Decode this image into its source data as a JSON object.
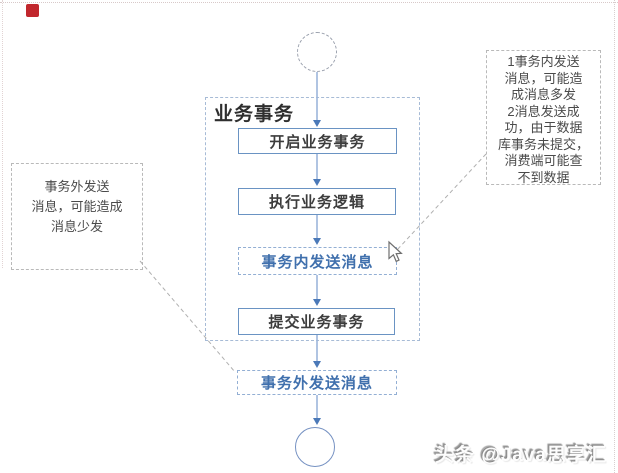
{
  "diagram": {
    "container_title": "业务事务",
    "steps": [
      {
        "label": "开启业务事务",
        "style": "solid"
      },
      {
        "label": "执行业务逻辑",
        "style": "solid"
      },
      {
        "label": "事务内发送消息",
        "style": "dashed"
      },
      {
        "label": "提交业务事务",
        "style": "solid"
      },
      {
        "label": "事务外发送消息",
        "style": "dashed"
      }
    ],
    "annotation_left": "事务外发送\n消息，可能造成\n消息少发",
    "annotation_right": "1事务内发送\n消息，可能造\n成消息多发\n2消息发送成\n功，由于数据\n库事务未提交，\n消费端可能查\n不到数据",
    "nodes": {
      "start": "start-circle-dashed",
      "end": "end-circle-solid"
    }
  },
  "watermark": "头条 @Java思享汇",
  "icons": {
    "red_marker": "red-square-marker",
    "cursor": "mouse-arrow-pointer"
  },
  "colors": {
    "solid_box_border": "#6a93c3",
    "dashed_box_border": "#93afd4",
    "blue_step_text": "#4070ad",
    "dark_step_text": "#3d3d3d",
    "container_border": "#a7bbd6",
    "arrow_line": "#9db6da",
    "arrow_head": "#4b79b8",
    "annotation_border": "#b9b9b9",
    "red_marker": "#c1272d"
  }
}
